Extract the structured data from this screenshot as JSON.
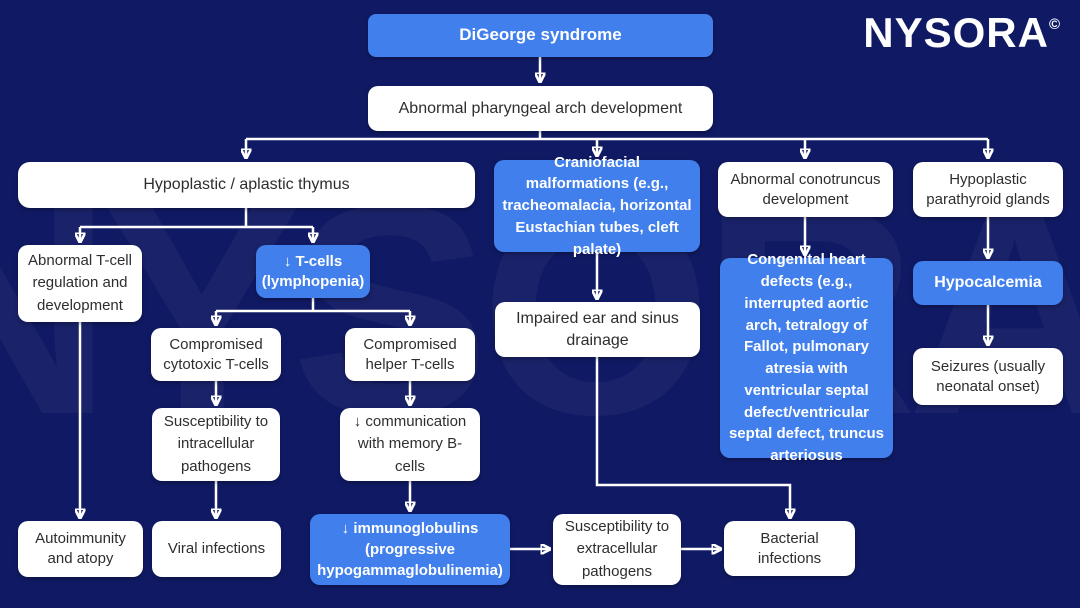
{
  "page": {
    "background_color": "#101a64",
    "accent_blue": "#417fec",
    "box_white": "#ffffff",
    "line_color": "#ffffff",
    "white_box_text_color": "#2e2e2e"
  },
  "logo": {
    "text": "NYSORA",
    "copyright": "©"
  },
  "watermark": {
    "text": "NYSORA",
    "copyright": "©"
  },
  "nodes": [
    {
      "id": "digeorge",
      "label": "DiGeorge syndrome",
      "variant": "blue"
    },
    {
      "id": "pharyngeal",
      "label": "Abnormal pharyngeal arch development",
      "variant": "white"
    },
    {
      "id": "thymus",
      "label": "Hypoplastic / aplastic thymus",
      "variant": "white"
    },
    {
      "id": "craniofacial",
      "label": "Craniofacial malformations (e.g., tracheomalacia, horizontal Eustachian tubes, cleft palate)",
      "variant": "blue"
    },
    {
      "id": "conotruncus",
      "label": "Abnormal conotruncus development",
      "variant": "white"
    },
    {
      "id": "parathyroid",
      "label": "Hypoplastic parathyroid glands",
      "variant": "white"
    },
    {
      "id": "tcell-regulation",
      "label": "Abnormal T-cell regulation and development",
      "variant": "white"
    },
    {
      "id": "tcells-low",
      "label": "↓ T-cells (lymphopenia)",
      "variant": "blue"
    },
    {
      "id": "cytotoxic",
      "label": "Compromised cytotoxic T-cells",
      "variant": "white"
    },
    {
      "id": "helper",
      "label": "Compromised helper T-cells",
      "variant": "white"
    },
    {
      "id": "intracellular",
      "label": "Susceptibility to intracellular pathogens",
      "variant": "white"
    },
    {
      "id": "b-comm",
      "label": "↓ communication with memory B-cells",
      "variant": "white"
    },
    {
      "id": "autoimmunity",
      "label": "Autoimmunity and atopy",
      "variant": "white"
    },
    {
      "id": "viral",
      "label": "Viral infections",
      "variant": "white"
    },
    {
      "id": "immunoglobulins",
      "label": "↓ immunoglobulins (progressive hypogammaglobulinemia)",
      "variant": "blue"
    },
    {
      "id": "extracellular",
      "label": "Susceptibility to extracellular pathogens",
      "variant": "white"
    },
    {
      "id": "bacterial",
      "label": "Bacterial infections",
      "variant": "white"
    },
    {
      "id": "ear-sinus",
      "label": "Impaired ear and sinus drainage",
      "variant": "white"
    },
    {
      "id": "heart-defects",
      "label": "Congenital heart defects (e.g., interrupted aortic arch, tetralogy of Fallot, pulmonary atresia with ventricular septal defect/ventricular septal defect, truncus arteriosus",
      "variant": "blue"
    },
    {
      "id": "hypocalcemia",
      "label": "Hypocalcemia",
      "variant": "blue"
    },
    {
      "id": "seizures",
      "label": "Seizures (usually neonatal onset)",
      "variant": "white"
    }
  ]
}
